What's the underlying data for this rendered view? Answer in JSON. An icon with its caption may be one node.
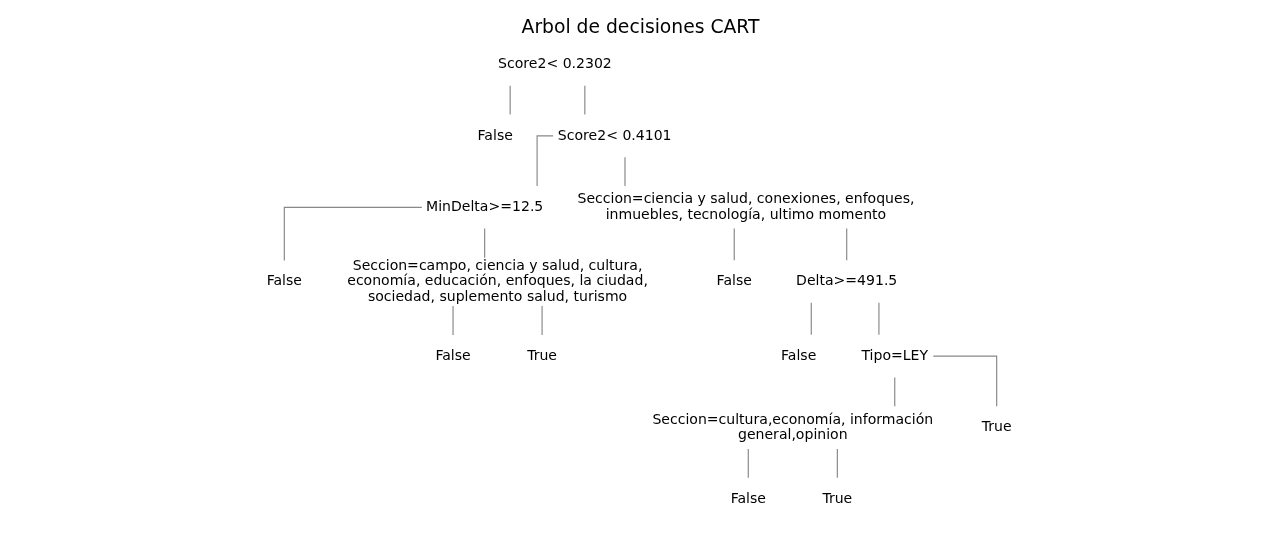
{
  "diagram": {
    "title": "Arbol de decisiones CART",
    "nodes": [
      {
        "text": [
          "Score2< 0.2302"
        ]
      },
      {
        "text": [
          "False"
        ]
      },
      {
        "text": [
          "Score2< 0.4101"
        ]
      },
      {
        "text": [
          "MinDelta>=12.5"
        ]
      },
      {
        "text": [
          "Seccion=ciencia y salud, conexiones, enfoques, inmuebles, tecnología, ultimo momento"
        ]
      },
      {
        "text": [
          "False"
        ]
      },
      {
        "text": [
          "Seccion=campo, ciencia y salud, cultura, economía, educación, enfoques, la ciudad, sociedad, suplemento salud, turismo"
        ]
      },
      {
        "text": [
          "False"
        ]
      },
      {
        "text": [
          "Delta>=491.5"
        ]
      },
      {
        "text": [
          "False"
        ]
      },
      {
        "text": [
          "True"
        ]
      },
      {
        "text": [
          "False"
        ]
      },
      {
        "text": [
          "Tipo=LEY"
        ]
      },
      {
        "text": [
          "Seccion=cultura,economía, información general,opinion"
        ]
      },
      {
        "text": [
          "True"
        ]
      },
      {
        "text": [
          "False"
        ]
      },
      {
        "text": [
          "True"
        ]
      }
    ],
    "edges": [
      {
        "from": 0,
        "to": 1,
        "arrow": "none"
      },
      {
        "from": 0,
        "to": 2,
        "arrow": "none"
      },
      {
        "from": 2,
        "to": 3,
        "arrow": "none"
      },
      {
        "from": 2,
        "to": 4,
        "arrow": "none"
      },
      {
        "from": 3,
        "to": 5,
        "arrow": "none"
      },
      {
        "from": 3,
        "to": 6,
        "arrow": "none"
      },
      {
        "from": 4,
        "to": 7,
        "arrow": "none"
      },
      {
        "from": 4,
        "to": 8,
        "arrow": "none"
      },
      {
        "from": 6,
        "to": 9,
        "arrow": "none"
      },
      {
        "from": 6,
        "to": 10,
        "arrow": "none"
      },
      {
        "from": 8,
        "to": 11,
        "arrow": "none"
      },
      {
        "from": 8,
        "to": 12,
        "arrow": "none"
      },
      {
        "from": 12,
        "to": 13,
        "arrow": "none"
      },
      {
        "from": 12,
        "to": 14,
        "arrow": "none"
      },
      {
        "from": 13,
        "to": 15,
        "arrow": "none"
      },
      {
        "from": 13,
        "to": 16,
        "arrow": "none"
      }
    ]
  }
}
